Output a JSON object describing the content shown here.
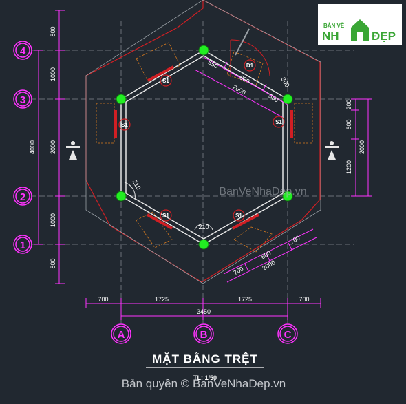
{
  "drawing": {
    "title": "MẶT BẰNG TRỆT",
    "scale": "TL: 1/50",
    "watermark": "BanVeNhaDep.vn",
    "copyright": "Bản quyền © BanVeNhaDep.vn"
  },
  "logo": {
    "line1": "BẢN VẼ",
    "line2a": "NH",
    "line2b": "ĐẸP"
  },
  "grid_rows": [
    "4",
    "3",
    "2",
    "1"
  ],
  "grid_cols": [
    "A",
    "B",
    "C"
  ],
  "left_dims": [
    "800",
    "1000",
    "2000",
    "1000",
    "800"
  ],
  "left_total": "4000",
  "right_dims": [
    "200",
    "600",
    "1200"
  ],
  "right_total": "2000",
  "bottom_dims": [
    "700",
    "1725",
    "1725",
    "700"
  ],
  "bottom_total": "3450",
  "upper_right_dims": [
    "550",
    "900",
    "550",
    "300"
  ],
  "upper_right_total": "2000",
  "lower_right_dims": [
    "700",
    "600",
    "700"
  ],
  "lower_right_total": "2000",
  "angle_labels": [
    "210",
    "210"
  ],
  "tags": {
    "s1": "S1",
    "d1": "D1"
  }
}
